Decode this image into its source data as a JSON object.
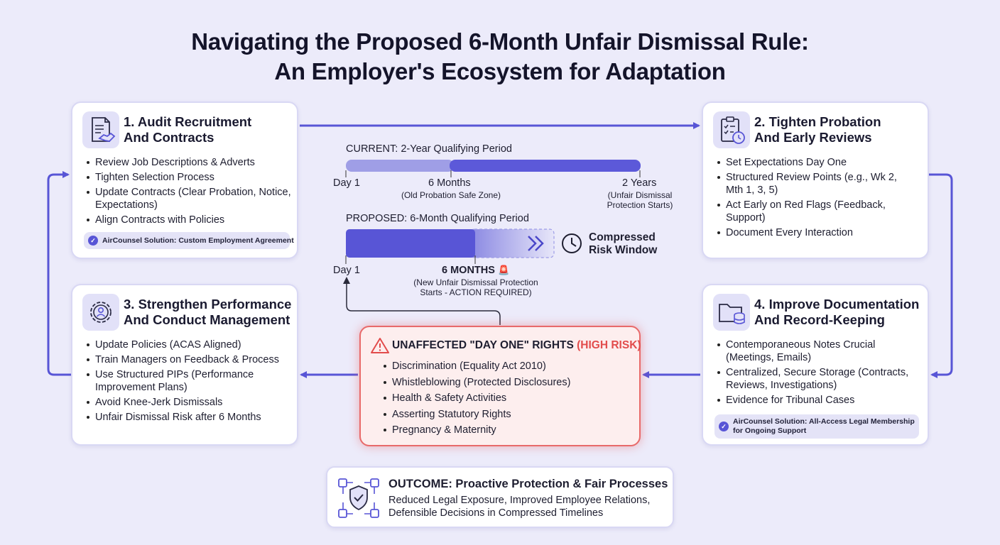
{
  "title": {
    "line1": "Navigating the Proposed 6-Month Unfair Dismissal Rule:",
    "line2": "An Employer's Ecosystem for Adaptation"
  },
  "card1": {
    "icon": "contract-handshake-icon",
    "title_line1": "1. Audit Recruitment",
    "title_line2": "And Contracts",
    "items": [
      "Review Job Descriptions & Adverts",
      "Tighten Selection Process",
      "Update Contracts (Clear Probation, Notice,",
      "Expectations)",
      "Align Contracts with Policies"
    ],
    "solution": "AirCounsel Solution: Custom Employment Agreement"
  },
  "card2": {
    "icon": "clipboard-clock-icon",
    "title_line1": "2. Tighten Probation",
    "title_line2": "And Early Reviews",
    "items": [
      "Set Expectations Day One",
      "Structured Review Points (e.g., Wk 2,",
      "Mth 1, 3, 5)",
      "Act Early on Red Flags (Feedback,",
      "Support)",
      "Document Every Interaction"
    ]
  },
  "card3": {
    "icon": "gear-person-icon",
    "title_line1": "3. Strengthen Performance",
    "title_line2": "And Conduct Management",
    "items": [
      "Update Policies (ACAS Aligned)",
      "Train Managers on Feedback & Process",
      "Use Structured PIPs (Performance",
      "Improvement Plans)",
      "Avoid Knee-Jerk Dismissals",
      "Unfair Dismissal Risk after 6 Months"
    ]
  },
  "card4": {
    "icon": "folder-database-icon",
    "title_line1": "4. Improve Documentation",
    "title_line2": "And Record-Keeping",
    "items": [
      "Contemporaneous Notes Crucial",
      "(Meetings, Emails)",
      "Centralized, Secure Storage (Contracts,",
      "Reviews, Investigations)",
      "Evidence for Tribunal Cases"
    ],
    "solution_line1": "AirCounsel Solution: All-Access Legal Membership",
    "solution_line2": "for Ongoing Support"
  },
  "timeline": {
    "current_label": "CURRENT: 2-Year Qualifying Period",
    "current_day1": "Day 1",
    "current_6m": "6 Months",
    "current_6m_note": "(Old Probation Safe Zone)",
    "current_2y": "2 Years",
    "current_2y_note1": "(Unfair Dismissal",
    "current_2y_note2": "Protection Starts)",
    "proposed_label": "PROPOSED: 6-Month Qualifying Period",
    "proposed_day1": "Day 1",
    "proposed_6m": "6 MONTHS",
    "proposed_6m_note1": "(New Unfair Dismissal Protection",
    "proposed_6m_note2": "Starts - ACTION REQUIRED)",
    "compressed_line1": "Compressed",
    "compressed_line2": "Risk Window"
  },
  "day_one": {
    "title_prefix": "UNAFFECTED \"DAY ONE\" RIGHTS ",
    "title_risk": "(HIGH RISK)",
    "items": [
      "Discrimination (Equality Act 2010)",
      "Whistleblowing (Protected Disclosures)",
      "Health & Safety Activities",
      "Asserting Statutory Rights",
      "Pregnancy & Maternity"
    ]
  },
  "outcome": {
    "icon": "network-shield-icon",
    "title": "OUTCOME: Proactive Protection & Fair Processes",
    "line1": "Reduced Legal Exposure, Improved Employee Relations,",
    "line2": "Defensible Decisions in Compressed Timelines"
  },
  "colors": {
    "background": "#ECEBFA",
    "accent": "#5855D6",
    "accent_light": "#9C9BE6",
    "risk_red": "#E24C4C"
  }
}
